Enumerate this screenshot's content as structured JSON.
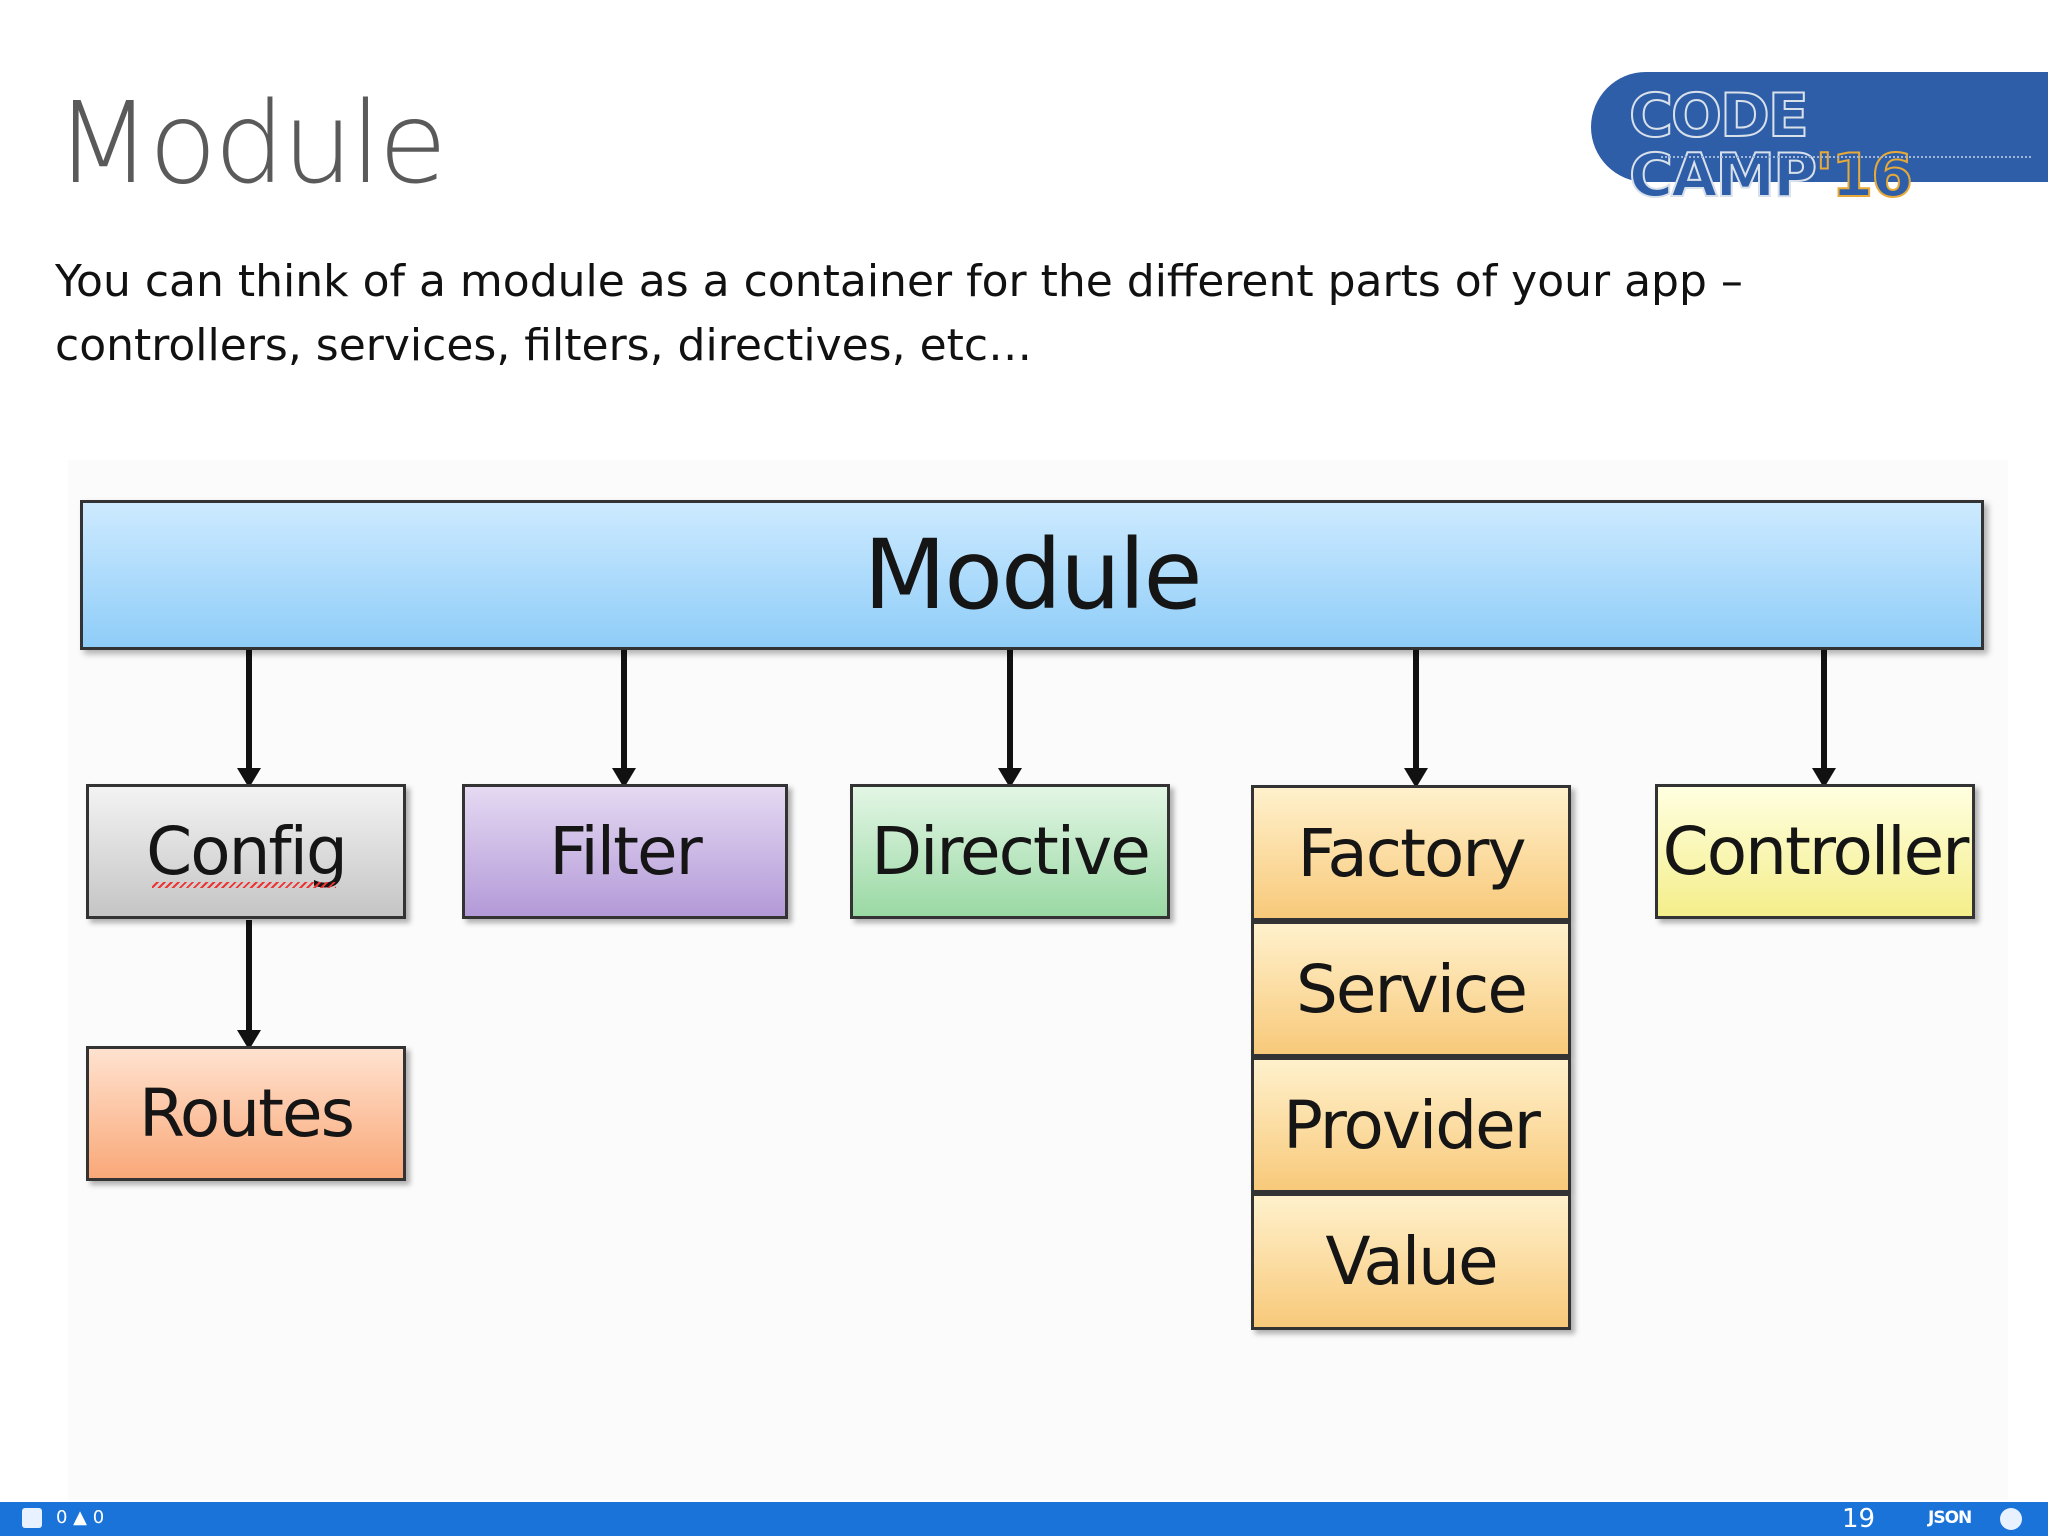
{
  "slide": {
    "title": "Module",
    "body": "You can think of a module as a container for the different parts of your app – controllers, services, filters, directives, etc…",
    "logo_main": "CODE CAMP",
    "logo_accent": "'16"
  },
  "diagram": {
    "module_label": "Module",
    "children": [
      "Config",
      "Filter",
      "Directive",
      "Factory",
      "Controller"
    ],
    "config_child": "Routes",
    "factory_stack": [
      "Factory",
      "Service",
      "Provider",
      "Value"
    ]
  },
  "status_bar": {
    "left_counts": "0 ▲ 0",
    "page_number": "19",
    "format_label": "JSON"
  }
}
